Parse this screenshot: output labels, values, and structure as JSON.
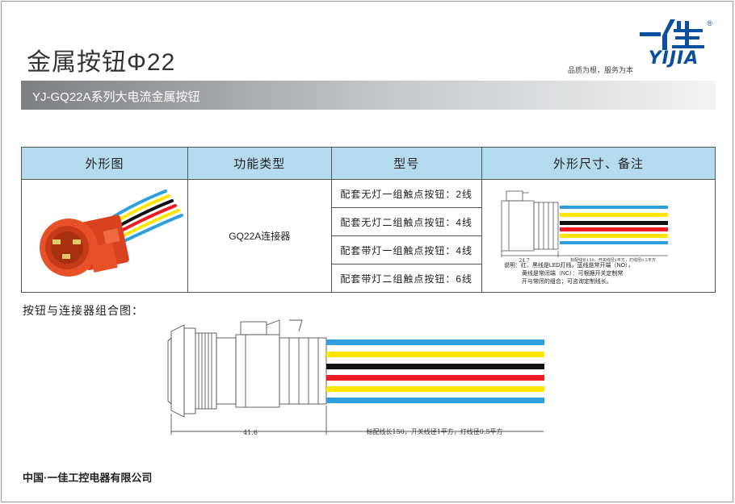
{
  "header": {
    "title": "金属按钮Φ22",
    "subtitle": "YJ-GQ22A系列大电流金属按钮",
    "logo_text": "YIJIA",
    "logo_mark": "一佳",
    "registered": "®",
    "slogan": "品质为根，服务为本"
  },
  "table": {
    "headers": [
      "外形图",
      "功能类型",
      "型号",
      "外形尺寸、备注"
    ],
    "function_type": "GQ22A连接器",
    "models": [
      "配套无灯一组触点按钮：2线",
      "配套无灯二组触点按钮：4线",
      "配套带灯一组触点按钮：4线",
      "配套带灯二组触点按钮：6线"
    ],
    "dimension_small": "24.7",
    "wire_note_small": "标配线长150，开关线径1平方，灯线径0.5平方",
    "notes": [
      "说明：红、黑线是LED灯线，蓝线是常开端（NO），",
      "黄线是常闭端（NC）：可根据开关定制常",
      "开与常闭的组合；可咨询定制线长。"
    ]
  },
  "assembly": {
    "label": "按钮与连接器组合图：",
    "dimension": "41.6",
    "wire_note": "标配线长150，开关线径1平方，灯线径0.5平方"
  },
  "colors": {
    "blue_wire": "#2f9fe0",
    "yellow_wire": "#ffe500",
    "black_wire": "#111111",
    "red_wire": "#ee1c25",
    "connector_orange": "#e8502a",
    "header_bg": "#b5dcee",
    "logo_blue": "#0a4fa0"
  },
  "footer": {
    "company": "中国·一佳工控电器有限公司"
  }
}
